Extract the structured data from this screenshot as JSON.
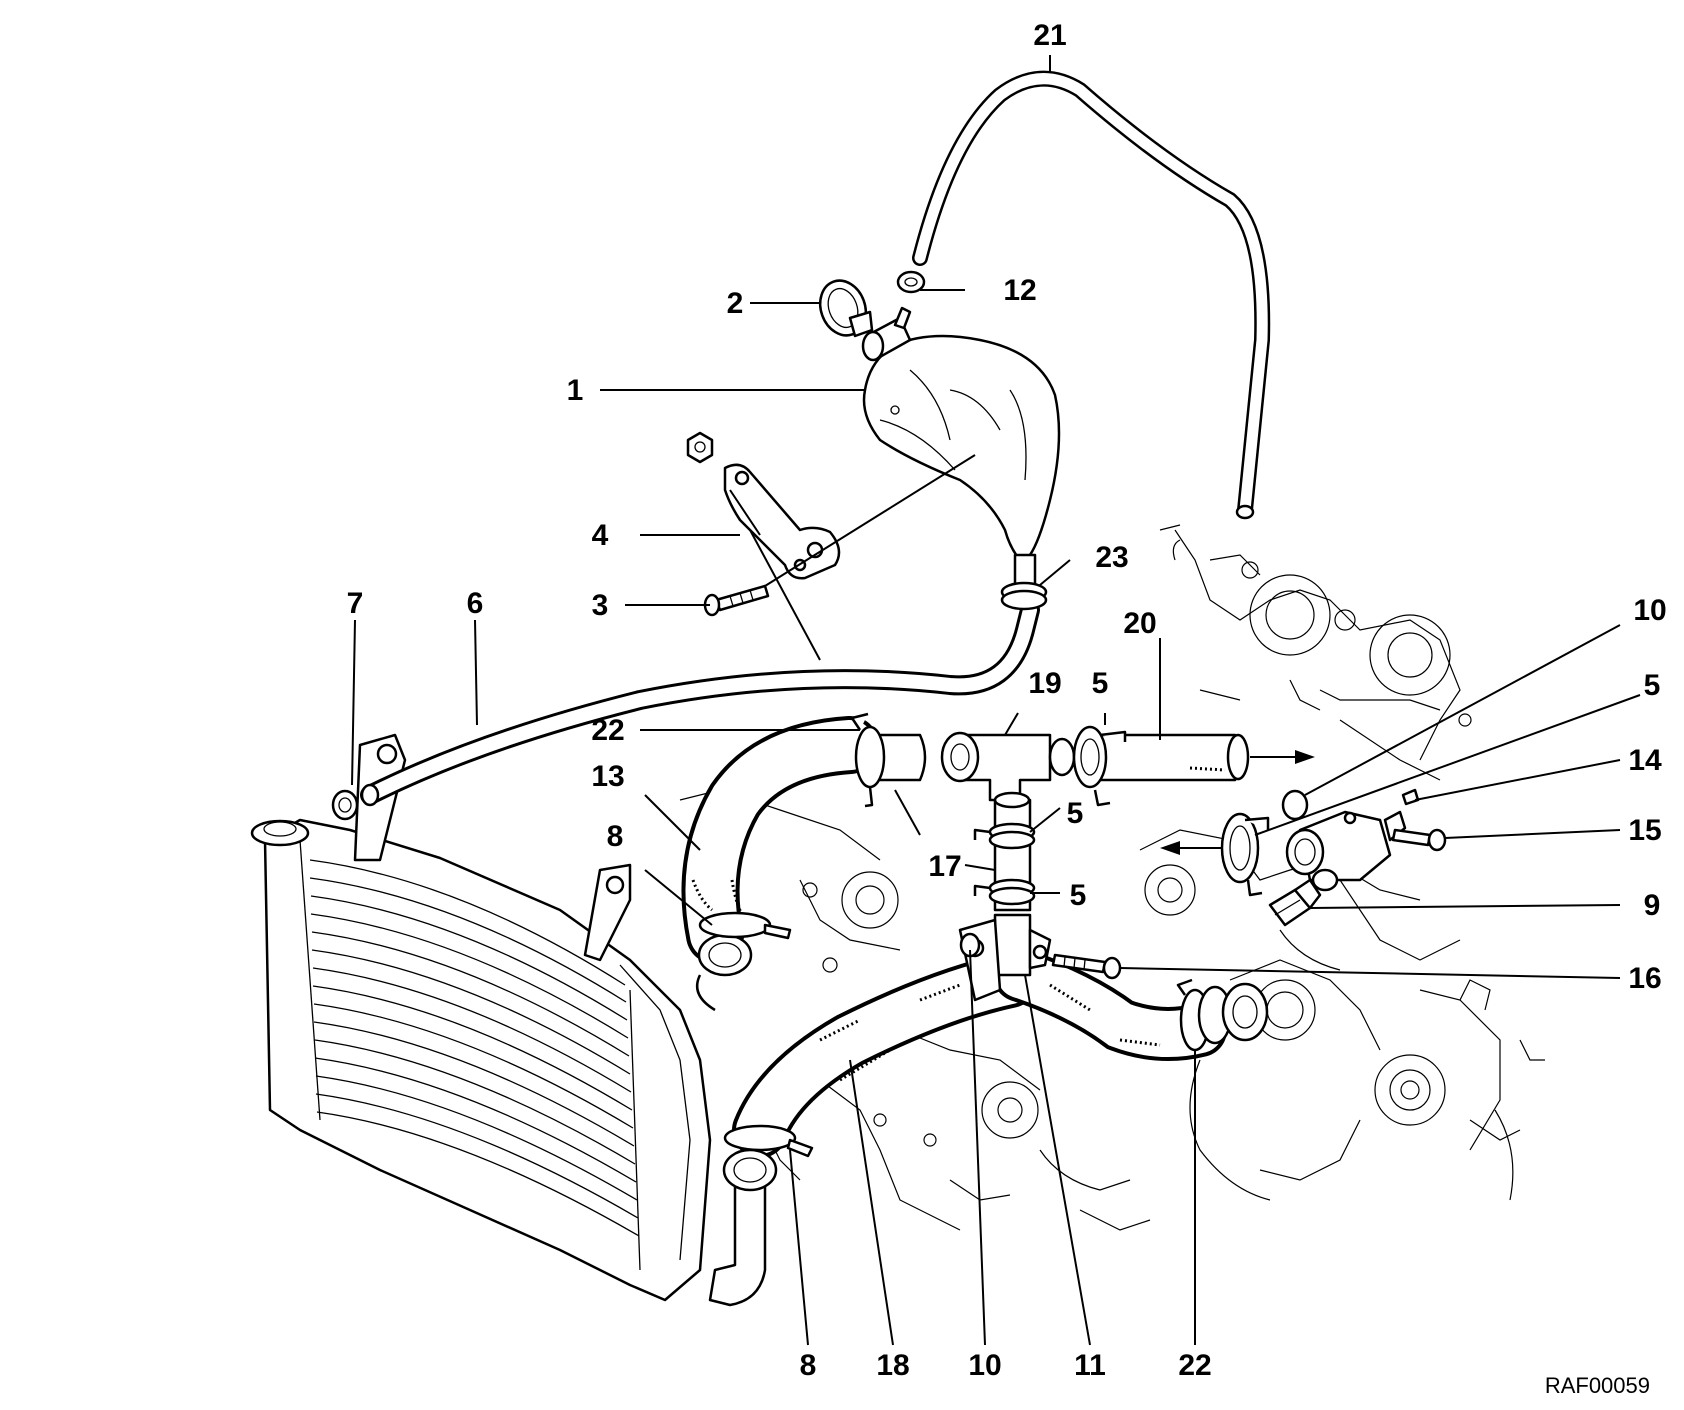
{
  "reference_code": "RAF00059",
  "callouts": [
    {
      "id": "c21",
      "text": "21"
    },
    {
      "id": "c2",
      "text": "2"
    },
    {
      "id": "c12",
      "text": "12"
    },
    {
      "id": "c1",
      "text": "1"
    },
    {
      "id": "c4",
      "text": "4"
    },
    {
      "id": "c3",
      "text": "3"
    },
    {
      "id": "c23",
      "text": "23"
    },
    {
      "id": "c7",
      "text": "7"
    },
    {
      "id": "c6",
      "text": "6"
    },
    {
      "id": "c20",
      "text": "20"
    },
    {
      "id": "c10a",
      "text": "10"
    },
    {
      "id": "c19",
      "text": "19"
    },
    {
      "id": "c5a",
      "text": "5"
    },
    {
      "id": "c5b",
      "text": "5"
    },
    {
      "id": "c22a",
      "text": "22"
    },
    {
      "id": "c14",
      "text": "14"
    },
    {
      "id": "c13",
      "text": "13"
    },
    {
      "id": "c15",
      "text": "15"
    },
    {
      "id": "c5c",
      "text": "5"
    },
    {
      "id": "c8a",
      "text": "8"
    },
    {
      "id": "c17",
      "text": "17"
    },
    {
      "id": "c5d",
      "text": "5"
    },
    {
      "id": "c9",
      "text": "9"
    },
    {
      "id": "c16",
      "text": "16"
    },
    {
      "id": "c8b",
      "text": "8"
    },
    {
      "id": "c18",
      "text": "18"
    },
    {
      "id": "c10b",
      "text": "10"
    },
    {
      "id": "c11",
      "text": "11"
    },
    {
      "id": "c22b",
      "text": "22"
    }
  ]
}
